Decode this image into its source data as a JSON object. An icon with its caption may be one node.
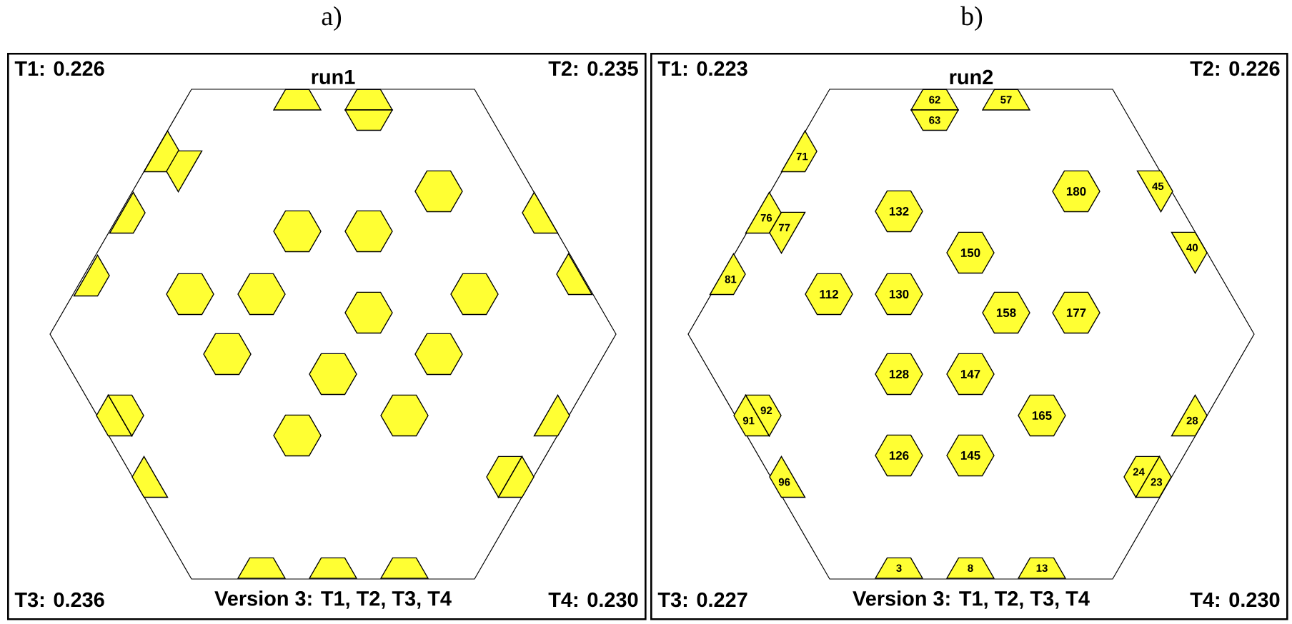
{
  "diagram": {
    "nodes": [
      {
        "text": [
          "T1: 0.226",
          "run1",
          "T2: 0.235",
          "T3: 0.236",
          "Version 3: T1, T2, T3, T4",
          "T4: 0.230"
        ]
      },
      {
        "text": [],
        "shape": "trapezoid",
        "in": 0
      },
      {
        "text": [],
        "shape": "trapezoid",
        "in": 0
      },
      {
        "text": [],
        "shape": "trapezoid",
        "in": 0
      },
      {
        "text": [],
        "shape": "trapezoid",
        "in": 0
      },
      {
        "text": [],
        "shape": "trapezoid",
        "in": 0
      },
      {
        "text": [],
        "shape": "hexagon",
        "in": 0
      },
      {
        "text": [],
        "shape": "trapezoid",
        "in": 0
      },
      {
        "text": [],
        "shape": "trapezoid",
        "in": 0
      },
      {
        "text": [],
        "shape": "hexagon",
        "in": 0
      },
      {
        "text": [],
        "shape": "hexagon",
        "in": 0
      },
      {
        "text": [],
        "shape": "trapezoid",
        "in": 0
      },
      {
        "text": [],
        "shape": "trapezoid",
        "in": 0
      },
      {
        "text": [],
        "shape": "hexagon",
        "in": 0
      },
      {
        "text": [],
        "shape": "hexagon",
        "in": 0
      },
      {
        "text": [],
        "shape": "hexagon",
        "in": 0
      },
      {
        "text": [],
        "shape": "hexagon",
        "in": 0
      },
      {
        "text": [],
        "shape": "hexagon",
        "in": 0
      },
      {
        "text": [],
        "shape": "hexagon",
        "in": 0
      },
      {
        "text": [],
        "shape": "hexagon",
        "in": 0
      },
      {
        "text": [],
        "shape": "trapezoid",
        "in": 0
      },
      {
        "text": [],
        "shape": "trapezoid",
        "in": 0
      },
      {
        "text": [],
        "shape": "hexagon",
        "in": 0
      },
      {
        "text": [],
        "shape": "trapezoid",
        "in": 0
      },
      {
        "text": [],
        "shape": "hexagon",
        "in": 0
      },
      {
        "text": [],
        "shape": "trapezoid",
        "in": 0
      },
      {
        "text": [],
        "shape": "trapezoid",
        "in": 0
      },
      {
        "text": [],
        "shape": "trapezoid",
        "in": 0
      },
      {
        "text": [],
        "shape": "trapezoid",
        "in": 0
      },
      {
        "text": [],
        "shape": "trapezoid",
        "in": 0
      },
      {
        "text": [],
        "shape": "trapezoid",
        "in": 0
      },
      {
        "text": [
          "T1: 0.223",
          "run2",
          "T2: 0.226",
          "T3: 0.227",
          "Version 3: T1, T2, T3, T4",
          "T4: 0.230"
        ]
      },
      {
        "text": [
          "62"
        ],
        "in": 31
      },
      {
        "text": [
          "63"
        ],
        "in": 31
      },
      {
        "text": [
          "57"
        ],
        "in": 31
      },
      {
        "text": [
          "71"
        ],
        "in": 31
      },
      {
        "text": [
          "180"
        ],
        "in": 31
      },
      {
        "text": [
          "45"
        ],
        "in": 31
      },
      {
        "text": [
          "132"
        ],
        "in": 31
      },
      {
        "text": [
          "76"
        ],
        "in": 31
      },
      {
        "text": [
          "77"
        ],
        "in": 31
      },
      {
        "text": [
          "150"
        ],
        "in": 31
      },
      {
        "text": [
          "40"
        ],
        "in": 31
      },
      {
        "text": [
          "81"
        ],
        "in": 31
      },
      {
        "text": [
          "112"
        ],
        "in": 31
      },
      {
        "text": [
          "130"
        ],
        "in": 31
      },
      {
        "text": [
          "158"
        ],
        "in": 31
      },
      {
        "text": [
          "177"
        ],
        "in": 31
      },
      {
        "text": [
          "128"
        ],
        "in": 31
      },
      {
        "text": [
          "147"
        ],
        "in": 31
      },
      {
        "text": [
          "91"
        ],
        "in": 31
      },
      {
        "text": [
          "92"
        ],
        "in": 31
      },
      {
        "text": [
          "165"
        ],
        "in": 31
      },
      {
        "text": [
          "28"
        ],
        "in": 31
      },
      {
        "text": [
          "126"
        ],
        "in": 31
      },
      {
        "text": [
          "145"
        ],
        "in": 31
      },
      {
        "text": [
          "96"
        ],
        "in": 31
      },
      {
        "text": [
          "24"
        ],
        "in": 31
      },
      {
        "text": [
          "23"
        ],
        "in": 31
      },
      {
        "text": [
          "3"
        ],
        "in": 31
      },
      {
        "text": [
          "8"
        ],
        "in": 31
      },
      {
        "text": [
          "13"
        ],
        "in": 31
      }
    ],
    "labels": [
      "a)",
      "b)"
    ]
  }
}
